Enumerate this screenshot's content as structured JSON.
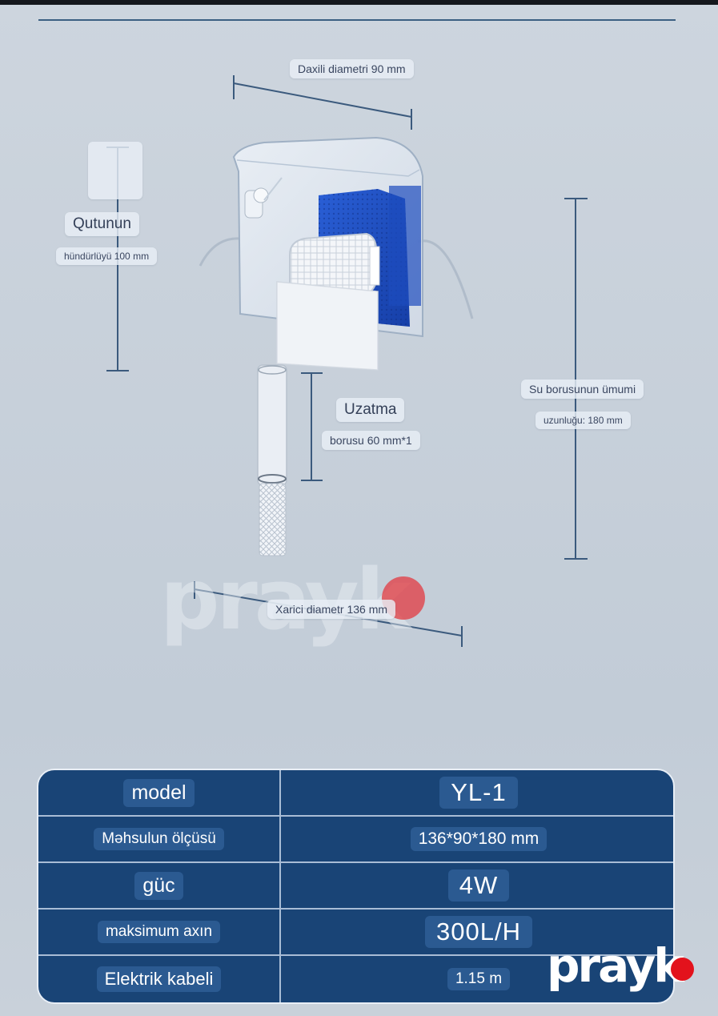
{
  "dimensions": {
    "inner_diameter": "Daxili diametri 90 mm",
    "box_height_title": "Qutunun",
    "box_height_value": "hündürlüyü 100 mm",
    "extension_title": "Uzatma",
    "extension_value": "borusu 60 mm*1",
    "pipe_total_title": "Su borusunun ümumi",
    "pipe_total_value": "uzunluğu: 180 mm",
    "outer_diameter": "Xarici diametr 136 mm"
  },
  "watermark": "prayk",
  "brand": {
    "name": "prayk",
    "dot_color": "#e3121c"
  },
  "specs": [
    {
      "key": "model",
      "value": "YL-1"
    },
    {
      "key": "Məhsulun ölçüsü",
      "value": "136*90*180 mm"
    },
    {
      "key": "güc",
      "value": "4W"
    },
    {
      "key": "maksimum axın",
      "value": "300L/H"
    },
    {
      "key": "Elektrik kabeli",
      "value": "1.15 m"
    }
  ],
  "colors": {
    "table_bg": "#194476",
    "pill_bg": "#2b5a91",
    "foam": "#1f4fc4",
    "measure_line": "#2f4d73"
  }
}
